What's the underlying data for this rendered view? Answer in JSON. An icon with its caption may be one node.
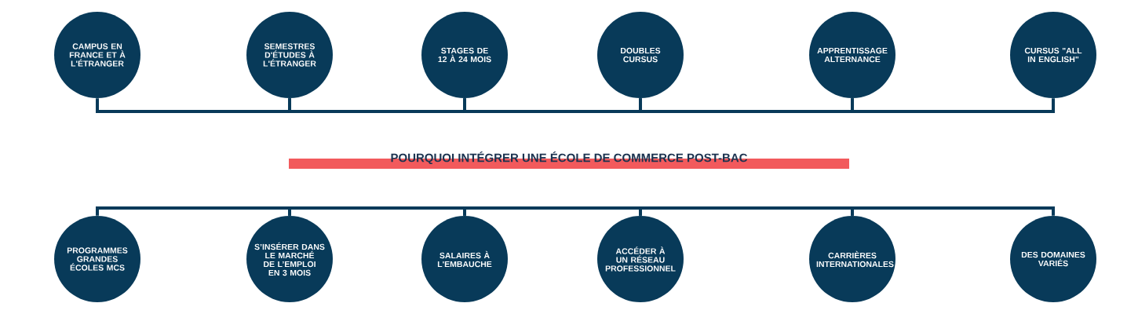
{
  "diagram": {
    "title": "POURQUOI INTÉGRER UNE ÉCOLE DE COMMERCE POST-BAC",
    "nodes": [
      {
        "text": [
          "CAMPUS EN FRANCE ET À L'ÉTRANGER"
        ]
      },
      {
        "text": [
          "SEMESTRES D'ÉTUDES À L'ÉTRANGER"
        ]
      },
      {
        "text": [
          "STAGES DE 12 À 24 MOIS"
        ]
      },
      {
        "text": [
          "DOUBLES CURSUS"
        ]
      },
      {
        "text": [
          "APPRENTISSAGE ALTERNANCE"
        ]
      },
      {
        "text": [
          "CURSUS \"ALL IN ENGLISH\""
        ]
      },
      {
        "text": [
          "PROGRAMMES GRANDES ÉCOLES MCS"
        ]
      },
      {
        "text": [
          "S’INSÉRER DANS LE MARCHÉ DE L’EMPLOI EN 3 MOIS"
        ]
      },
      {
        "text": [
          "SALAIRES À L'EMBAUCHE"
        ]
      },
      {
        "text": [
          "ACCÉDER À UN RÉSEAU PROFESSIONNEL"
        ]
      },
      {
        "text": [
          "CARRIÈRES INTERNATIONALES"
        ]
      },
      {
        "text": [
          "DES DOMAINES VARIÉS"
        ]
      }
    ],
    "edges": [
      {
        "from": 0,
        "to": 1,
        "arrow": "none"
      },
      {
        "from": 1,
        "to": 2,
        "arrow": "none"
      },
      {
        "from": 2,
        "to": 3,
        "arrow": "none"
      },
      {
        "from": 3,
        "to": 4,
        "arrow": "none"
      },
      {
        "from": 4,
        "to": 5,
        "arrow": "none"
      },
      {
        "from": 6,
        "to": 7,
        "arrow": "none"
      },
      {
        "from": 7,
        "to": 8,
        "arrow": "none"
      },
      {
        "from": 8,
        "to": 9,
        "arrow": "none"
      },
      {
        "from": 9,
        "to": 10,
        "arrow": "none"
      },
      {
        "from": 10,
        "to": 11,
        "arrow": "none"
      }
    ]
  }
}
